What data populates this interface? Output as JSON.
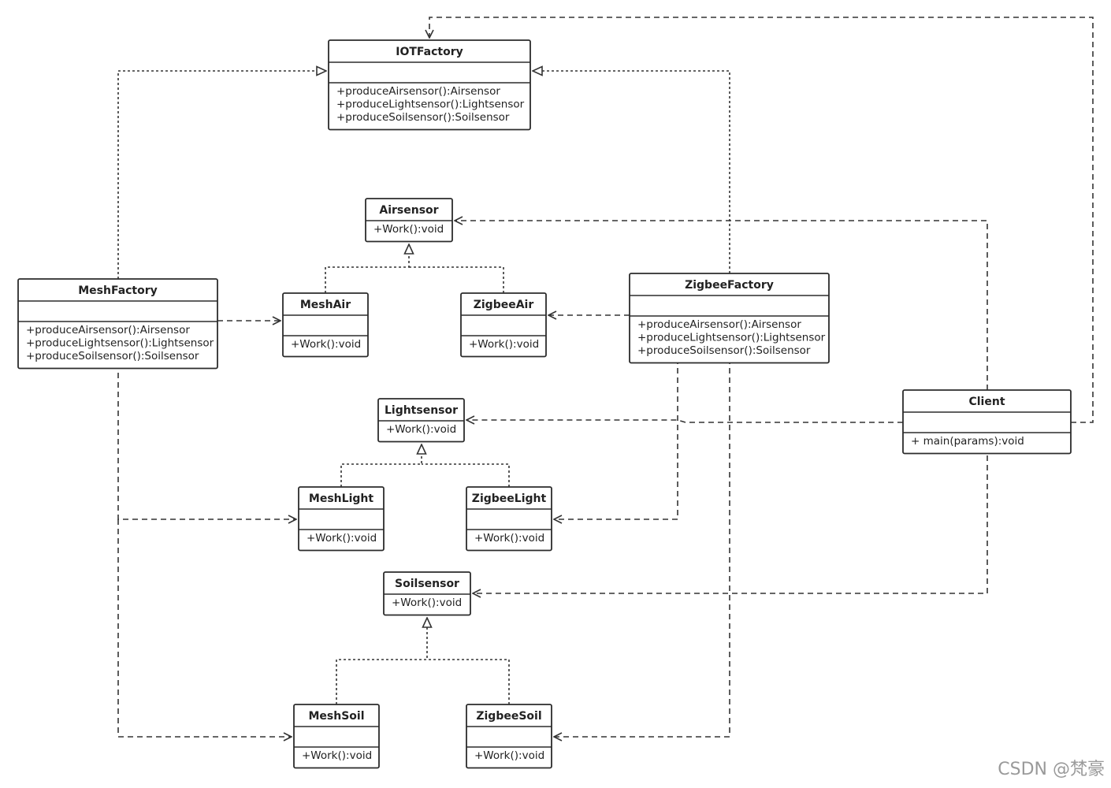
{
  "classes": {
    "iotfactory": {
      "name": "IOTFactory",
      "attributes": [],
      "methods": [
        "+produceAirsensor():Airsensor",
        "+produceLightsensor():Lightsensor",
        "+produceSoilsensor():Soilsensor"
      ]
    },
    "airsensor": {
      "name": "Airsensor",
      "attributes": null,
      "methods": [
        "+Work():void"
      ]
    },
    "meshfactory": {
      "name": "MeshFactory",
      "attributes": [],
      "methods": [
        "+produceAirsensor():Airsensor",
        "+produceLightsensor():Lightsensor",
        "+produceSoilsensor():Soilsensor"
      ]
    },
    "meshair": {
      "name": "MeshAir",
      "attributes": [],
      "methods": [
        "+Work():void"
      ]
    },
    "zigbeeair": {
      "name": "ZigbeeAir",
      "attributes": [],
      "methods": [
        "+Work():void"
      ]
    },
    "zigbeefactory": {
      "name": "ZigbeeFactory",
      "attributes": [],
      "methods": [
        "+produceAirsensor():Airsensor",
        "+produceLightsensor():Lightsensor",
        "+produceSoilsensor():Soilsensor"
      ]
    },
    "lightsensor": {
      "name": "Lightsensor",
      "attributes": null,
      "methods": [
        "+Work():void"
      ]
    },
    "client": {
      "name": "Client",
      "attributes": [],
      "methods": [
        "+ main(params):void"
      ]
    },
    "meshlight": {
      "name": "MeshLight",
      "attributes": [],
      "methods": [
        "+Work():void"
      ]
    },
    "zigbeelight": {
      "name": "ZigbeeLight",
      "attributes": [],
      "methods": [
        "+Work():void"
      ]
    },
    "soilsensor": {
      "name": "Soilsensor",
      "attributes": null,
      "methods": [
        "+Work():void"
      ]
    },
    "meshsoil": {
      "name": "MeshSoil",
      "attributes": [],
      "methods": [
        "+Work():void"
      ]
    },
    "zigbeesoil": {
      "name": "ZigbeeSoil",
      "attributes": [],
      "methods": [
        "+Work():void"
      ]
    }
  },
  "relations": [
    {
      "type": "realization",
      "from": "meshfactory",
      "to": "iotfactory"
    },
    {
      "type": "realization",
      "from": "zigbeefactory",
      "to": "iotfactory"
    },
    {
      "type": "dependency",
      "from": "client",
      "to": "iotfactory"
    },
    {
      "type": "realization",
      "from": "meshair",
      "to": "airsensor"
    },
    {
      "type": "realization",
      "from": "zigbeeair",
      "to": "airsensor"
    },
    {
      "type": "dependency",
      "from": "client",
      "to": "airsensor"
    },
    {
      "type": "dependency",
      "from": "meshfactory",
      "to": "meshair"
    },
    {
      "type": "dependency",
      "from": "zigbeefactory",
      "to": "zigbeeair"
    },
    {
      "type": "dependency",
      "from": "client",
      "to": "lightsensor"
    },
    {
      "type": "realization",
      "from": "meshlight",
      "to": "lightsensor"
    },
    {
      "type": "realization",
      "from": "zigbeelight",
      "to": "lightsensor"
    },
    {
      "type": "dependency",
      "from": "meshfactory",
      "to": "meshlight"
    },
    {
      "type": "dependency",
      "from": "zigbeefactory",
      "to": "zigbeelight"
    },
    {
      "type": "dependency",
      "from": "client",
      "to": "soilsensor"
    },
    {
      "type": "realization",
      "from": "meshsoil",
      "to": "soilsensor"
    },
    {
      "type": "realization",
      "from": "zigbeesoil",
      "to": "soilsensor"
    },
    {
      "type": "dependency",
      "from": "meshfactory",
      "to": "meshsoil"
    },
    {
      "type": "dependency",
      "from": "zigbeefactory",
      "to": "zigbeesoil"
    }
  ],
  "watermark": "CSDN @梵豪"
}
